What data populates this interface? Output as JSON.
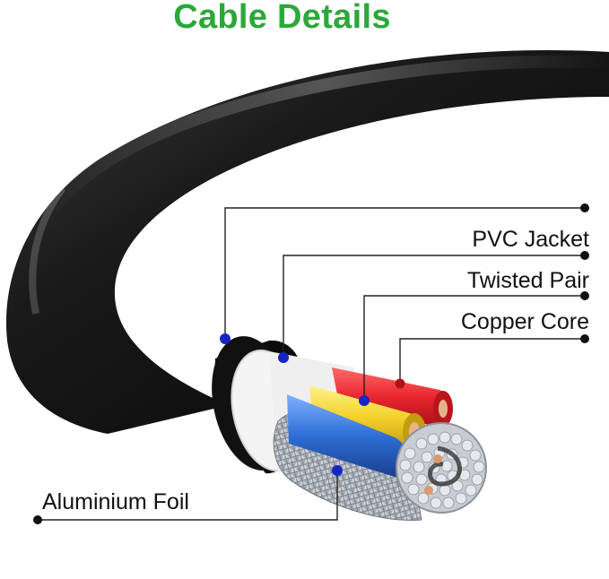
{
  "title": "Cable Details",
  "colors": {
    "title": "#2ca83a",
    "jacket": "#141414",
    "leader": "#222222",
    "marker": "#1626c4",
    "wire_red": "#e8262e",
    "wire_yellow": "#f3d12a",
    "wire_blue": "#2f6fd6",
    "copper": "#d89a6c"
  },
  "callouts": [
    {
      "id": "pvc-jacket",
      "label": "PVC Jacket"
    },
    {
      "id": "twisted-pair",
      "label": "Twisted Pair"
    },
    {
      "id": "copper-core",
      "label": "Copper Core"
    },
    {
      "id": "aluminium-foil",
      "label": "Aluminium Foil"
    }
  ]
}
